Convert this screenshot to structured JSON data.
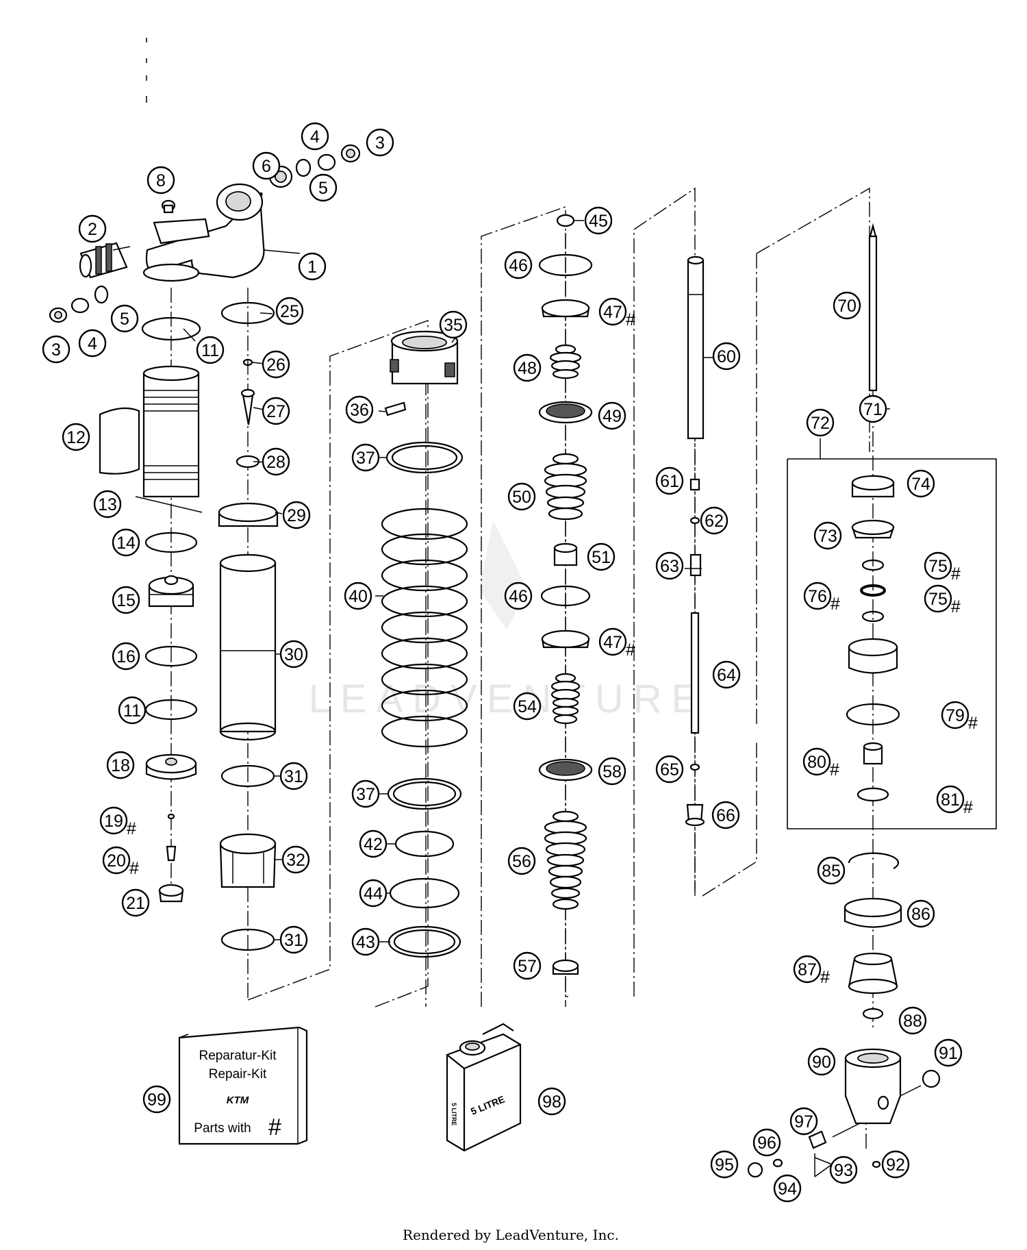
{
  "kit": {
    "line1": "Reparatur-Kit",
    "line2": "Repair-Kit",
    "brand": "KTM",
    "line4": "Parts with",
    "hash": "#"
  },
  "oil": {
    "label": "5 LITRE",
    "side_label": "5 LITRE"
  },
  "watermark": "LEADVENTURE",
  "footer": "Rendered by LeadVenture, Inc.",
  "callouts": [
    {
      "id": "1",
      "hash": false
    },
    {
      "id": "2",
      "hash": false
    },
    {
      "id": "3",
      "hash": false
    },
    {
      "id": "3",
      "hash": false
    },
    {
      "id": "4",
      "hash": false
    },
    {
      "id": "4",
      "hash": false
    },
    {
      "id": "5",
      "hash": false
    },
    {
      "id": "5",
      "hash": false
    },
    {
      "id": "6",
      "hash": false
    },
    {
      "id": "8",
      "hash": false
    },
    {
      "id": "11",
      "hash": false
    },
    {
      "id": "11",
      "hash": false
    },
    {
      "id": "12",
      "hash": false
    },
    {
      "id": "13",
      "hash": false
    },
    {
      "id": "14",
      "hash": false
    },
    {
      "id": "15",
      "hash": false
    },
    {
      "id": "16",
      "hash": false
    },
    {
      "id": "18",
      "hash": false
    },
    {
      "id": "19",
      "hash": true
    },
    {
      "id": "20",
      "hash": true
    },
    {
      "id": "21",
      "hash": false
    },
    {
      "id": "25",
      "hash": false
    },
    {
      "id": "26",
      "hash": false
    },
    {
      "id": "27",
      "hash": false
    },
    {
      "id": "28",
      "hash": false
    },
    {
      "id": "29",
      "hash": false
    },
    {
      "id": "30",
      "hash": false
    },
    {
      "id": "31",
      "hash": false
    },
    {
      "id": "31",
      "hash": false
    },
    {
      "id": "32",
      "hash": false
    },
    {
      "id": "35",
      "hash": false
    },
    {
      "id": "36",
      "hash": false
    },
    {
      "id": "37",
      "hash": false
    },
    {
      "id": "37",
      "hash": false
    },
    {
      "id": "40",
      "hash": false
    },
    {
      "id": "42",
      "hash": false
    },
    {
      "id": "43",
      "hash": false
    },
    {
      "id": "44",
      "hash": false
    },
    {
      "id": "45",
      "hash": false
    },
    {
      "id": "46",
      "hash": false
    },
    {
      "id": "46",
      "hash": false
    },
    {
      "id": "47",
      "hash": true
    },
    {
      "id": "47",
      "hash": true
    },
    {
      "id": "48",
      "hash": false
    },
    {
      "id": "49",
      "hash": false
    },
    {
      "id": "50",
      "hash": false
    },
    {
      "id": "51",
      "hash": false
    },
    {
      "id": "54",
      "hash": false
    },
    {
      "id": "56",
      "hash": false
    },
    {
      "id": "57",
      "hash": false
    },
    {
      "id": "58",
      "hash": false
    },
    {
      "id": "60",
      "hash": false
    },
    {
      "id": "61",
      "hash": false
    },
    {
      "id": "62",
      "hash": false
    },
    {
      "id": "63",
      "hash": false
    },
    {
      "id": "64",
      "hash": false
    },
    {
      "id": "65",
      "hash": false
    },
    {
      "id": "66",
      "hash": false
    },
    {
      "id": "70",
      "hash": false
    },
    {
      "id": "71",
      "hash": false
    },
    {
      "id": "72",
      "hash": false
    },
    {
      "id": "73",
      "hash": false
    },
    {
      "id": "74",
      "hash": false
    },
    {
      "id": "75",
      "hash": true
    },
    {
      "id": "75",
      "hash": true
    },
    {
      "id": "76",
      "hash": true
    },
    {
      "id": "79",
      "hash": true
    },
    {
      "id": "80",
      "hash": true
    },
    {
      "id": "81",
      "hash": true
    },
    {
      "id": "85",
      "hash": false
    },
    {
      "id": "86",
      "hash": false
    },
    {
      "id": "87",
      "hash": true
    },
    {
      "id": "88",
      "hash": false
    },
    {
      "id": "90",
      "hash": false
    },
    {
      "id": "91",
      "hash": false
    },
    {
      "id": "92",
      "hash": false
    },
    {
      "id": "93",
      "hash": false
    },
    {
      "id": "94",
      "hash": false
    },
    {
      "id": "95",
      "hash": false
    },
    {
      "id": "96",
      "hash": false
    },
    {
      "id": "97",
      "hash": false
    },
    {
      "id": "98",
      "hash": false
    },
    {
      "id": "99",
      "hash": false
    }
  ]
}
